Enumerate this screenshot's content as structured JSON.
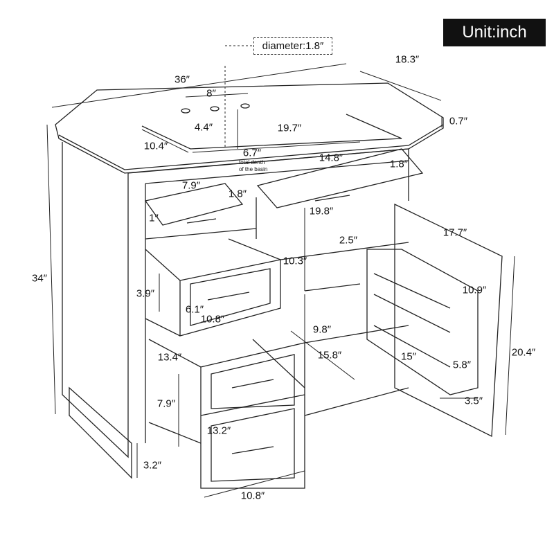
{
  "unit_label": "Unit:inch",
  "diameter_label": "diameter:1.8″",
  "basin_note": [
    "total denth",
    "of the basin"
  ],
  "dimensions": {
    "width_top": "36″",
    "depth_top": "18.3″",
    "faucet_spacing": "8″",
    "top_thickness": "0.7″",
    "basin_front_offset": "4.4″",
    "basin_width": "19.7″",
    "basin_depth": "10.4″",
    "basin_total_depth": "6.7″",
    "center_drawer_width": "14.8″",
    "center_drawer_height": "1.8″",
    "left_top_drawer_width": "7.9″",
    "left_top_drawer_height": "1.8″",
    "left_top_drawer_depth": "1″",
    "opening_width": "19.8″",
    "door_width": "17.7″",
    "shelf_gap": "2.5″",
    "opening_height": "10.3″",
    "total_height": "34″",
    "drawer1_height": "3.9″",
    "door_shelf_height": "10.9″",
    "drawer1_inner_height": "6.1″",
    "drawer1_width": "10.8″",
    "lower_opening_height": "9.8″",
    "door_height": "20.4″",
    "drawer2_depth": "13.4″",
    "cabinet_depth": "15.8″",
    "door_rack_width": "15″",
    "door_rack_height": "5.8″",
    "drawer2_height": "7.9″",
    "door_rack_depth": "3.5″",
    "drawer3_depth": "13.2″",
    "toe_kick": "3.2″",
    "bottom_drawer_width": "10.8″"
  }
}
